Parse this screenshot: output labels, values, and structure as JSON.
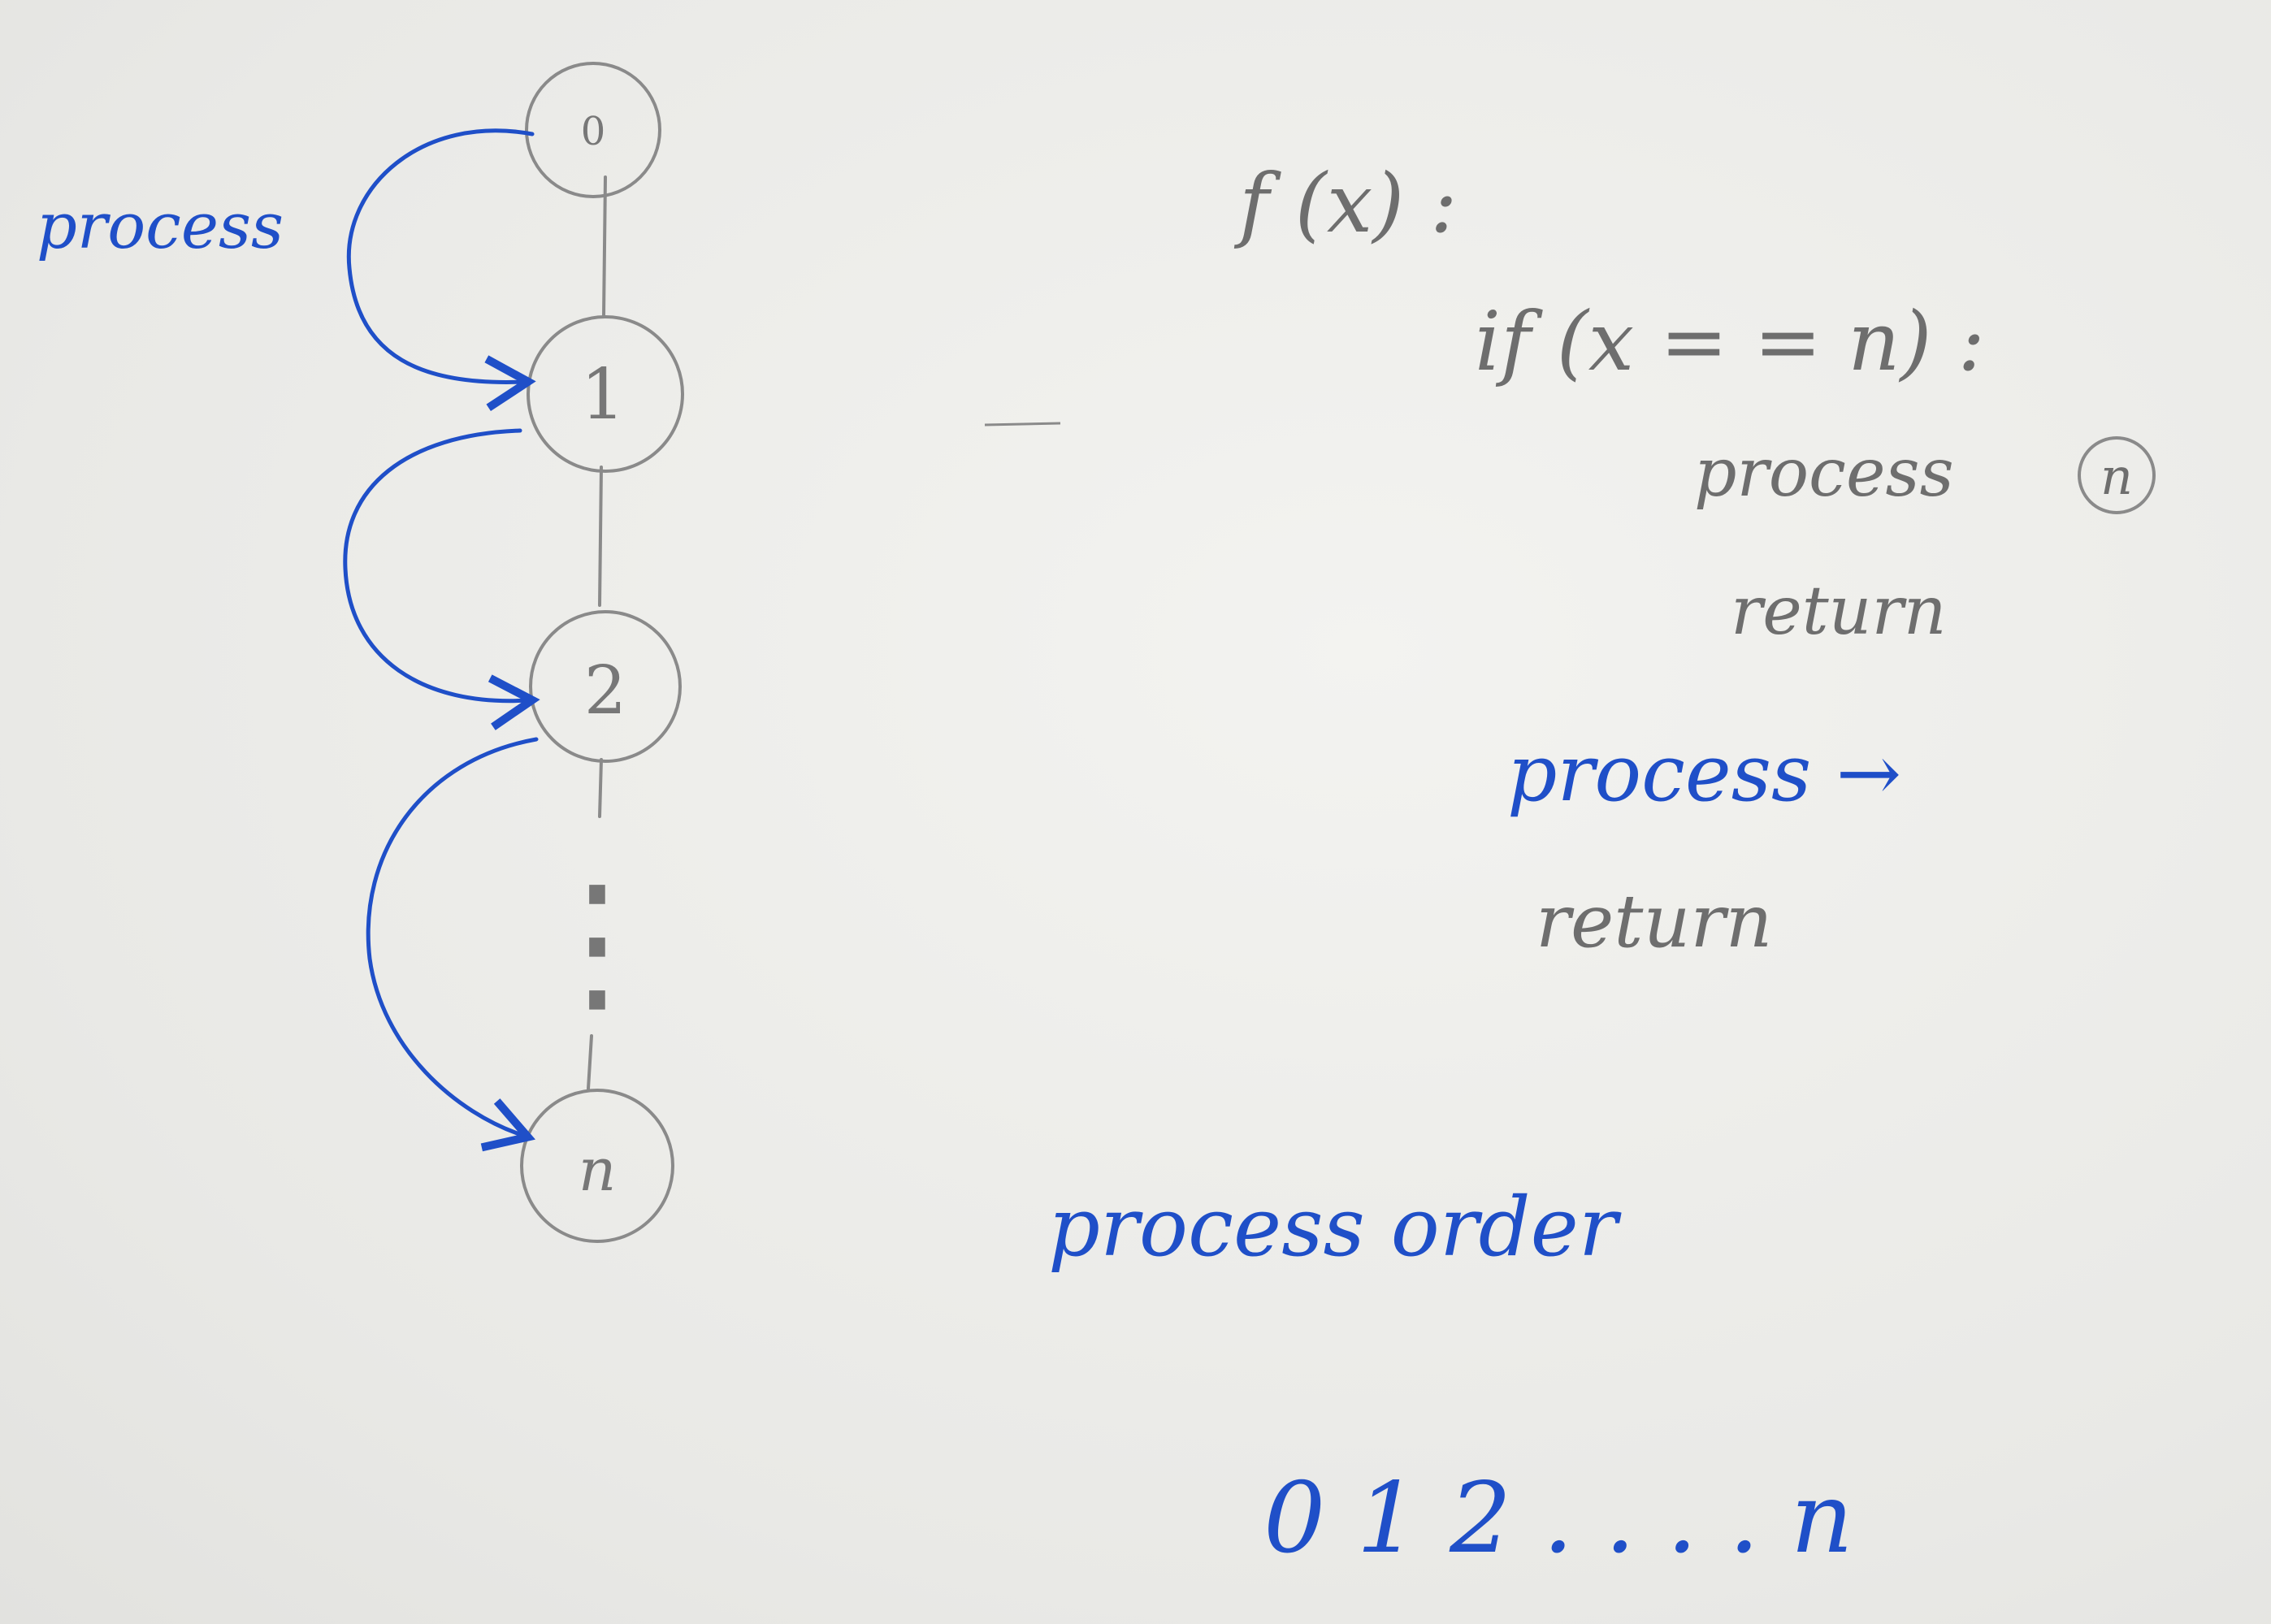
{
  "tree": {
    "nodes": [
      {
        "label": "0"
      },
      {
        "label": "1"
      },
      {
        "label": "2"
      },
      {
        "label": "n"
      }
    ],
    "ellipsis": "⋮",
    "edge_label": "process"
  },
  "code": {
    "line1": "f (x) :",
    "line2": "if (x = = n) :",
    "line3_text": "process",
    "line3_circled": "n",
    "line4": "return",
    "line5": "process →",
    "line6": "return"
  },
  "order": {
    "heading": "process order",
    "sequence": "0  1 2 . . . .  n"
  },
  "colors": {
    "pencil": "#6e6e6e",
    "ink": "#1f4fc8",
    "paper": "#ededea"
  }
}
